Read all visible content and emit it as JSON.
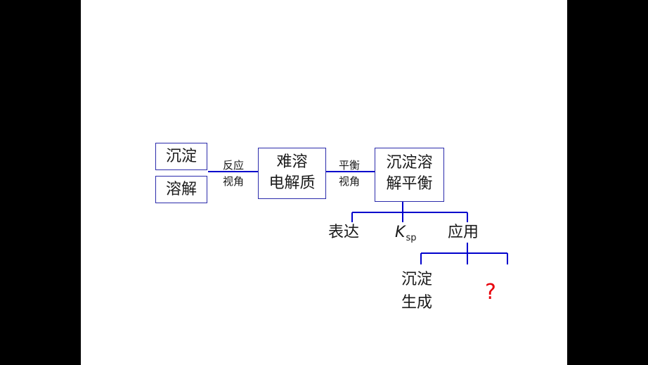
{
  "diagram": {
    "box_precip": "沉淀",
    "box_dissolve": "溶解",
    "conn1_top": "反应",
    "conn1_bottom": "视角",
    "box_electrolyte_l1": "难溶",
    "box_electrolyte_l2": "电解质",
    "conn2_top": "平衡",
    "conn2_bottom": "视角",
    "box_equilibrium_l1": "沉淀溶",
    "box_equilibrium_l2": "解平衡",
    "branch_expression": "表达",
    "branch_ksp_main": "K",
    "branch_ksp_sub": "sp",
    "branch_application": "应用",
    "leaf_formation_l1": "沉淀",
    "leaf_formation_l2": "生成",
    "leaf_unknown": "?"
  },
  "colors": {
    "line": "#0000cc",
    "box_border": "#2b2bab",
    "text": "#1a1a1a",
    "question_mark": "#e8000b",
    "background": "#ffffff",
    "letterbox": "#000000"
  }
}
